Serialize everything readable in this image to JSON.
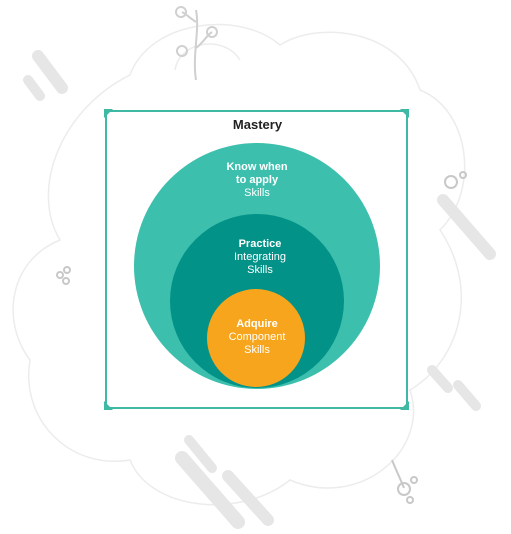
{
  "diagram": {
    "title": "Mastery",
    "levels": [
      {
        "bold_lines": [
          "Know when",
          "to apply"
        ],
        "regular_lines": [
          "Skills"
        ]
      },
      {
        "bold_lines": [
          "Practice"
        ],
        "regular_lines": [
          "Integrating",
          "Skills"
        ]
      },
      {
        "bold_lines": [
          "Adquire"
        ],
        "regular_lines": [
          "Component",
          "Skills"
        ]
      }
    ],
    "colors": {
      "outer": "#3dbfad",
      "middle": "#039288",
      "inner": "#f7a51c",
      "frame": "#3fb8a4"
    }
  }
}
